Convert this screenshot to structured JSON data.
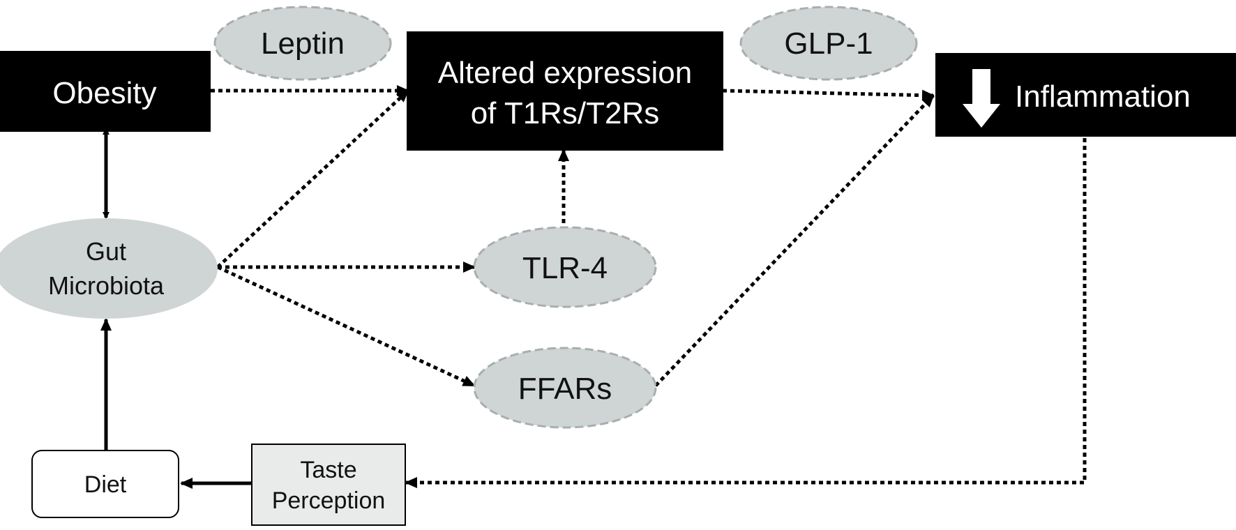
{
  "nodes": {
    "obesity": {
      "label": "Obesity"
    },
    "leptin": {
      "label": "Leptin"
    },
    "altered_expression": {
      "line1": "Altered expression",
      "line2": "of T1Rs/T2Rs"
    },
    "glp1": {
      "label": "GLP-1"
    },
    "inflammation": {
      "label": "Inflammation",
      "arrow_icon": "down-arrow-icon"
    },
    "gut_microbiota": {
      "line1": "Gut",
      "line2": "Microbiota"
    },
    "tlr4": {
      "label": "TLR-4"
    },
    "ffars": {
      "label": "FFARs"
    },
    "diet": {
      "label": "Diet"
    },
    "taste_perception": {
      "line1": "Taste",
      "line2": "Perception"
    }
  },
  "edges": [
    {
      "from": "obesity",
      "to": "altered_expression",
      "style": "dotted"
    },
    {
      "from": "gut_microbiota",
      "to": "altered_expression",
      "style": "dotted"
    },
    {
      "from": "gut_microbiota",
      "to": "tlr4",
      "style": "dotted"
    },
    {
      "from": "gut_microbiota",
      "to": "ffars",
      "style": "dotted"
    },
    {
      "from": "tlr4",
      "to": "altered_expression",
      "style": "dotted"
    },
    {
      "from": "altered_expression",
      "to": "inflammation",
      "style": "dotted"
    },
    {
      "from": "ffars",
      "to": "inflammation",
      "style": "dotted"
    },
    {
      "from": "inflammation",
      "to": "taste_perception",
      "style": "dotted"
    },
    {
      "from": "taste_perception",
      "to": "diet",
      "style": "solid"
    },
    {
      "from": "diet",
      "to": "gut_microbiota",
      "style": "solid"
    },
    {
      "from": "obesity",
      "to": "gut_microbiota",
      "style": "solid-bidirectional"
    }
  ],
  "colors": {
    "dark_box": "#000000",
    "light_ellipse": "#cfd4d4",
    "ellipse_border": "#a8aeae",
    "taste_box": "#e9ebeb",
    "line": "#000000"
  }
}
